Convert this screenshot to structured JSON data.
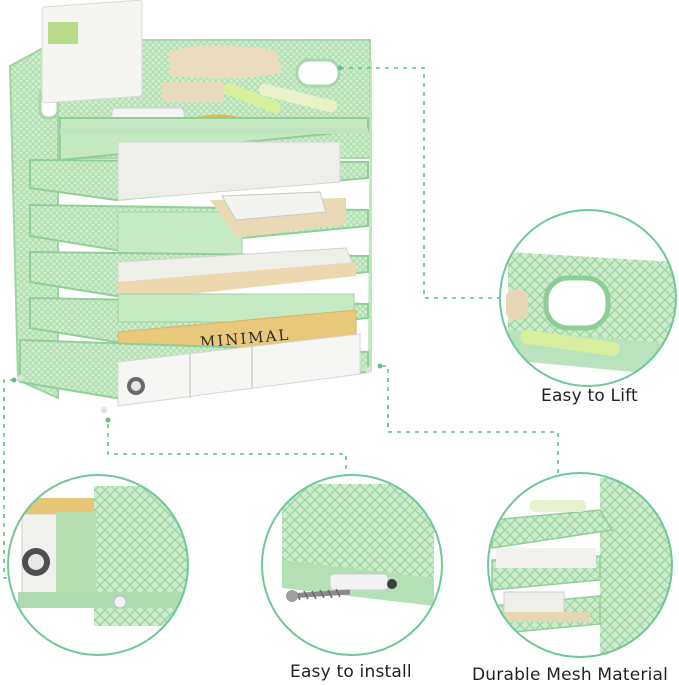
{
  "product": {
    "book_spine_text": "MINIMAL"
  },
  "features": [
    {
      "label": "Easy to Lift"
    },
    {
      "label": "Easy to install"
    },
    {
      "label": "Durable Mesh Material"
    }
  ],
  "colors": {
    "mint": "#c9ecc8",
    "mint_dark": "#8fcf98",
    "connector": "#5ec28a",
    "circle_border": "#6fc79a",
    "book_gold": "#e7c678",
    "paper": "#f1efe8",
    "cream": "#e9dcc1"
  }
}
